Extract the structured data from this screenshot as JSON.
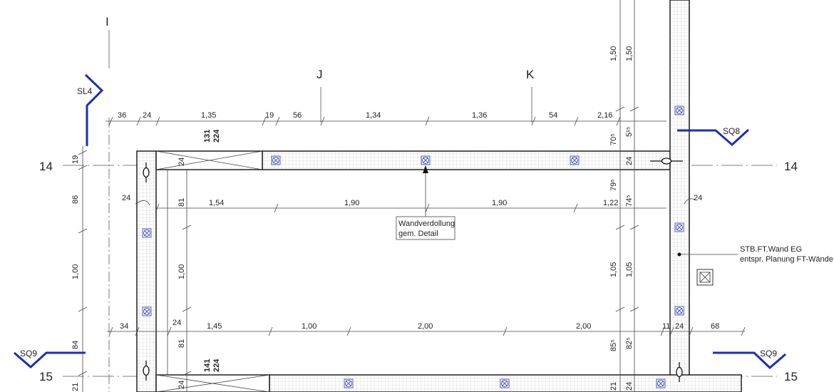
{
  "axes": {
    "I": "I",
    "J": "J",
    "K": "K",
    "row14_left": "14",
    "row14_right": "14",
    "row15_left": "15",
    "row15_right": "15"
  },
  "sections": {
    "SL4": "SL4",
    "SQ8": "SQ8",
    "SQ9_left": "SQ9",
    "SQ9_right": "SQ9"
  },
  "dims_top": [
    "36",
    "24",
    "1,35",
    "19",
    "56",
    "1,34",
    "1,36",
    "54",
    "2,16"
  ],
  "dims_row81": [
    "1,54",
    "1,90",
    "1,90",
    "1,22"
  ],
  "dims_row145": [
    "34",
    "24",
    "1,45",
    "1,00",
    "2,00",
    "2,00",
    "11",
    "24",
    "68"
  ],
  "dims_left_vert": [
    "19",
    "86",
    "1,00",
    "84",
    "21"
  ],
  "dims_inner_vert": [
    "24",
    "81",
    "1,00",
    "81",
    "24"
  ],
  "dims_right_vert": [
    "1,50",
    "1,50",
    "70⁵",
    "5¹⁵",
    "24",
    "79⁵",
    "74⁵",
    "1,05",
    "1,05",
    "85⁵",
    "82⁵",
    "21",
    "24"
  ],
  "dims_side": {
    "left_24": "24",
    "right_24": "24"
  },
  "openings": {
    "top_width": "131",
    "top_height": "224",
    "bottom_width": "141",
    "bottom_height": "224"
  },
  "annotations": {
    "wand_line1": "Wandverdollung",
    "wand_line2": "gem. Detail",
    "stb_line1": "STB.FT.Wand EG",
    "stb_line2": "entspr. Planung FT-Wände"
  },
  "colors": {
    "section_marker": "#1a2fb0",
    "marker": "#5560c0",
    "hatch": "#bfbfbf"
  }
}
